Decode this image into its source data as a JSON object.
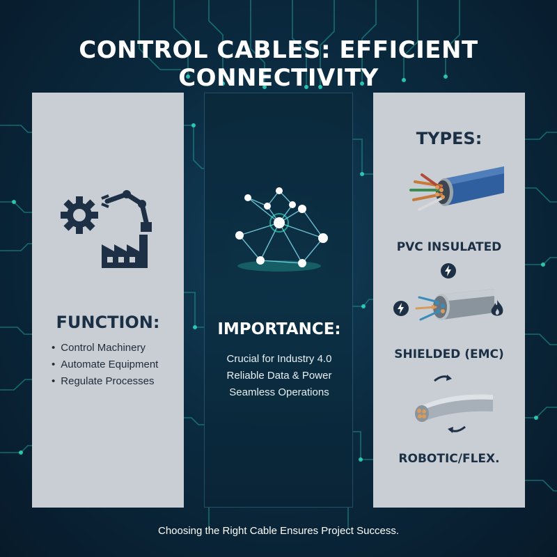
{
  "title": "CONTROL CABLES: EFFICIENT CONNECTIVITY",
  "function": {
    "heading": "FUNCTION:",
    "items": [
      "Control Machinery",
      "Automate Equipment",
      "Regulate Processes"
    ]
  },
  "importance": {
    "heading": "IMPORTANCE:",
    "lines": [
      "Crucial for Industry 4.0",
      "Reliable Data & Power",
      "Seamless Operations"
    ]
  },
  "types": {
    "heading": "TYPES:",
    "items": [
      "PVC INSULATED",
      "SHIELDED (EMC)",
      "ROBOTIC/FLEX."
    ]
  },
  "footer": "Choosing the Right Cable Ensures Project Success.",
  "colors": {
    "accent_teal": "#2ee6c8",
    "panel_gray": "#c9ced4",
    "heading_navy": "#1b2f45",
    "cable_blue": "#2f5f9e"
  },
  "icons": [
    "gear-icon",
    "robot-arm-icon",
    "factory-icon",
    "network-nodes-icon",
    "lightning-icon",
    "flame-icon",
    "rotate-arrow-icon"
  ]
}
